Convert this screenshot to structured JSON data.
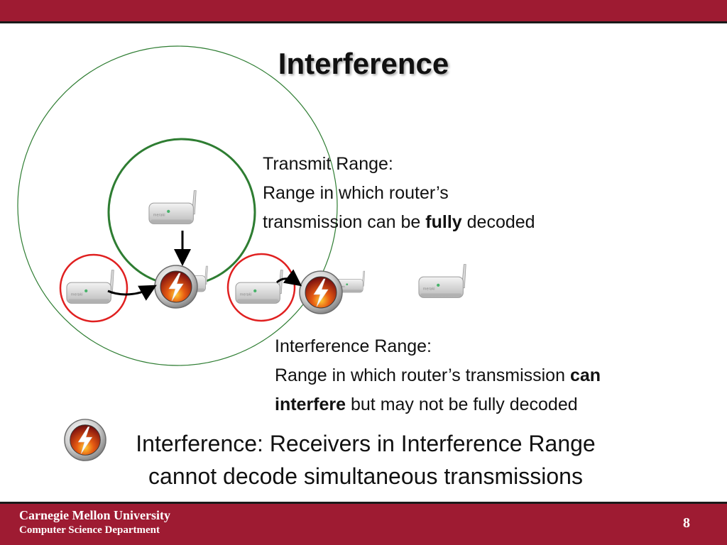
{
  "slide": {
    "title": "Interference",
    "page_number": "8"
  },
  "transmit_range": {
    "line1": "Transmit Range:",
    "line2": "Range in which router’s",
    "line3_pre": "transmission can be ",
    "line3_bold": "fully",
    "line3_post": " decoded"
  },
  "interference_range": {
    "line1": "Interference Range:",
    "line2_pre": "Range in which router’s transmission ",
    "line2_bold": "can",
    "line3_bold": "interfere",
    "line3_post": " but may not be fully decoded"
  },
  "summary": {
    "line1": "Interference: Receivers in Interference Range",
    "line2": "cannot decode simultaneous transmissions"
  },
  "footer": {
    "university": "Carnegie Mellon University",
    "department": "Computer Science Department"
  },
  "router_label": "meraki",
  "colors": {
    "brand": "#9e1b32",
    "transmit_circle": "#2e7d32",
    "interference_circle": "#e02020"
  },
  "icons": [
    "wireless-router-icon",
    "interference-lightning-icon",
    "arrow-icon"
  ]
}
